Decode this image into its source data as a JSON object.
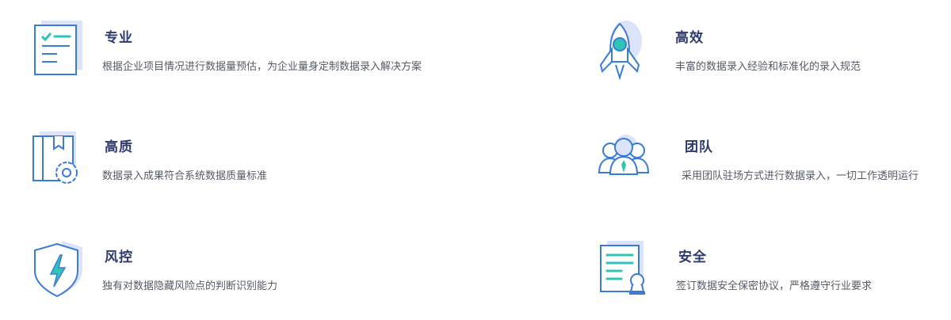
{
  "features": [
    {
      "title": "专业",
      "desc": "根据企业项目情况进行数据量预估，为企业量身定制数据录入解决方案",
      "icon": "checklist-document-icon"
    },
    {
      "title": "高效",
      "desc": "丰富的数据录入经验和标准化的录入规范",
      "icon": "rocket-icon"
    },
    {
      "title": "高质",
      "desc": "数据录入成果符合系统数据质量标准",
      "icon": "book-gear-icon"
    },
    {
      "title": "团队",
      "desc": "采用团队驻场方式进行数据录入，一切工作透明运行",
      "icon": "team-people-icon"
    },
    {
      "title": "风控",
      "desc": "独有对数据隐藏风险点的判断识别能力",
      "icon": "shield-lightning-icon"
    },
    {
      "title": "安全",
      "desc": "签订数据安全保密协议，严格遵守行业要求",
      "icon": "document-seal-icon"
    }
  ],
  "colors": {
    "accent": "#3a7bd5",
    "teal": "#2ec4b6",
    "shadow": "#dbe4fb",
    "title": "#2c3a6e"
  }
}
